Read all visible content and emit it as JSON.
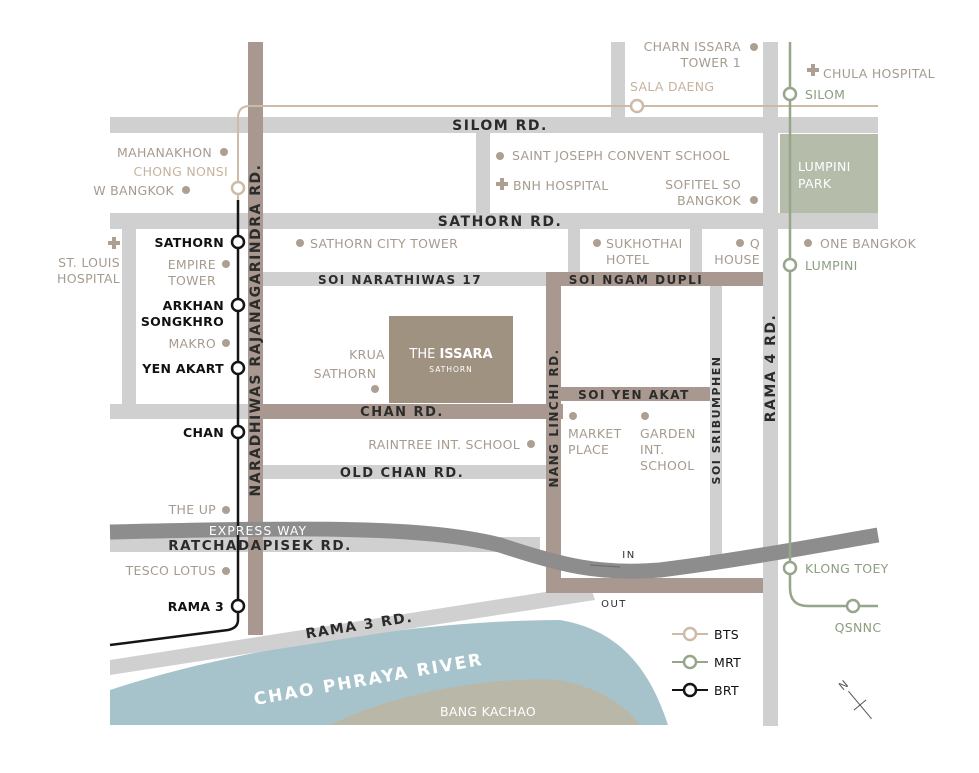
{
  "colors": {
    "road": "#d0d0d0",
    "main_road": "#a8988f",
    "expressway": "#8d8d8d",
    "bts": "#cdbba8",
    "mrt": "#96a68b",
    "brt": "#151515",
    "poi": "#a69b8f",
    "park": "#b5bcaa",
    "river": "#a4c2ca",
    "building": "#a09280"
  },
  "roads": {
    "silom": "SILOM RD.",
    "sathorn": "SATHORN RD.",
    "narathiwas": "NARADHIWAS RAJANAGARINDRA RD.",
    "soi_narathiwas_17": "SOI NARATHIWAS 17",
    "soi_ngam_dupli": "SOI NGAM DUPLI",
    "chan": "CHAN RD.",
    "old_chan": "OLD CHAN RD.",
    "nang_linchi": "NANG LINCHI RD.",
    "soi_yen_akat": "SOI YEN AKAT",
    "soi_sribumphen": "SOI SRIBUMPHEN",
    "rama4": "RAMA 4 RD.",
    "expressway": "EXPRESS WAY",
    "ratchadapisek": "RATCHADAPISEK RD.",
    "rama3": "RAMA 3 RD.",
    "in": "IN",
    "out": "OUT"
  },
  "river": {
    "name": "CHAO PHRAYA RIVER",
    "bang_kachao": "BANG KACHAO"
  },
  "park": {
    "line1": "LUMPINI",
    "line2": "PARK"
  },
  "project": {
    "name_light": "THE",
    "name_bold": "ISSARA",
    "sub": "SATHORN"
  },
  "stations": {
    "bts": {
      "sala_daeng": "SALA DAENG",
      "chong_nonsi": "CHONG NONSI"
    },
    "mrt": {
      "silom": "SILOM",
      "lumpini": "LUMPINI",
      "klong_toey": "KLONG TOEY",
      "qsnnc": "QSNNC"
    },
    "brt": {
      "sathorn": "SATHORN",
      "arkhan_1": "ARKHAN",
      "arkhan_2": "SONGKHRO",
      "yen_akart": "YEN AKART",
      "chan": "CHAN",
      "rama3": "RAMA 3"
    }
  },
  "pois": {
    "charn_1": "CHARN ISSARA",
    "charn_2": "TOWER 1",
    "chula_hospital": "CHULA HOSPITAL",
    "mahanakhon": "MAHANAKHON",
    "w_bangkok": "W BANGKOK",
    "saint_joseph": "SAINT JOSEPH CONVENT SCHOOL",
    "bnh_hospital": "BNH HOSPITAL",
    "sofitel_1": "SOFITEL SO",
    "sofitel_2": "BANGKOK",
    "st_louis_1": "ST. LOUIS",
    "st_louis_2": "HOSPITAL",
    "sathorn_city_tower": "SATHORN CITY TOWER",
    "sukhothai_1": "SUKHOTHAI",
    "sukhothai_2": "HOTEL",
    "q_house_1": "Q",
    "q_house_2": "HOUSE",
    "one_bangkok": "ONE BANGKOK",
    "empire_1": "EMPIRE",
    "empire_2": "TOWER",
    "makro": "MAKRO",
    "krua_1": "KRUA",
    "krua_2": "SATHORN",
    "raintree": "RAINTREE INT. SCHOOL",
    "market_1": "MARKET",
    "market_2": "PLACE",
    "garden_1": "GARDEN",
    "garden_2": "INT.",
    "garden_3": "SCHOOL",
    "the_up": "THE UP",
    "tesco_lotus": "TESCO LOTUS"
  },
  "legend": {
    "bts": "BTS",
    "mrt": "MRT",
    "brt": "BRT"
  },
  "compass": "N"
}
